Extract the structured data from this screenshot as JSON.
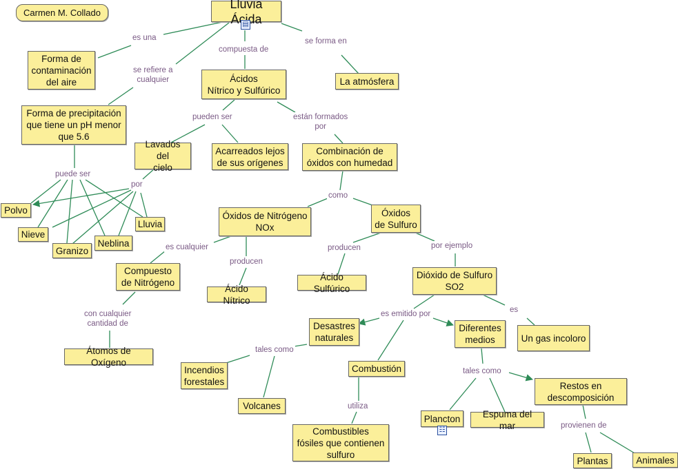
{
  "author": "Carmen M. Collado",
  "title": "Lluvia Ácida",
  "nodes": {
    "forma_contaminacion": "Forma de\ncontaminación\ndel aire",
    "acidos": "Ácidos\nNítrico y Sulfúrico",
    "atmosfera": "La atmósfera",
    "forma_precipitacion": "Forma de precipitación\nque tiene un pH menor\nque 5.6",
    "lavados": "Lavados del\ncielo",
    "acarreados": "Acarreados lejos\nde sus orígenes",
    "combinacion": "Combinación de\nóxidos con humedad",
    "polvo": "Polvo",
    "nieve": "Nieve",
    "granizo": "Granizo",
    "neblina": "Neblina",
    "lluvia": "Lluvia",
    "oxidos_nitrogeno": "Óxidos de Nitrógeno\nNOx",
    "oxidos_sulfuro": "Óxidos\nde Sulfuro",
    "compuesto_nitrogeno": "Compuesto\nde Nitrógeno",
    "acido_nitrico": "Ácido Nítrico",
    "acido_sulfurico": "Ácido Sulfúrico",
    "dioxido": "Dióxido de Sulfuro\nSO2",
    "atomos": "Átomos de Oxígeno",
    "desastres": "Desastres\nnaturales",
    "diferentes_medios": "Diferentes\nmedios",
    "gas_incoloro": "Un gas incoloro",
    "incendios": "Incendios\nforestales",
    "volcanes": "Volcanes",
    "combustion": "Combustión",
    "combustibles": "Combustibles\nfósiles que contienen\nsulfuro",
    "plancton": "Plancton",
    "espuma": "Espuma del mar",
    "restos": "Restos en\ndescomposición",
    "plantas": "Plantas",
    "animales": "Animales"
  },
  "links": {
    "es_una": "es una",
    "compuesta_de": "compuesta de",
    "se_forma_en": "se forma en",
    "se_refiere": "se refiere a\ncualquier",
    "pueden_ser": "pueden ser",
    "estan_formados": "están formados\npor",
    "puede_ser": "puede ser",
    "por": "por",
    "como": "como",
    "es_cualquier": "es cualquier",
    "producen_1": "producen",
    "producen_2": "producen",
    "por_ejemplo": "por ejemplo",
    "con_cualquier": "con cualquier\ncantidad de",
    "es_emitido": "es emitido por",
    "es": "es",
    "tales_como_1": "tales como",
    "tales_como_2": "tales como",
    "utiliza": "utiliza",
    "provienen_de": "provienen de"
  },
  "colors": {
    "node_fill": "#fbef9a",
    "line": "#2e8b57",
    "link_text": "#7a5a85"
  },
  "icons": [
    "document-icon",
    "hierarchy-icon"
  ]
}
